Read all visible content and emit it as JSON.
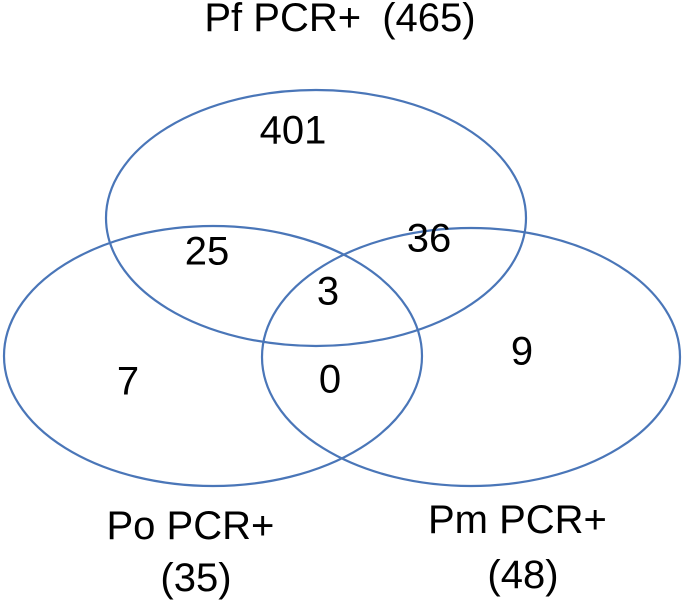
{
  "diagram": {
    "type": "venn-3",
    "outline_color": "#4a76b8",
    "sets": {
      "pf": {
        "name": "Pf PCR+",
        "count": "(465)"
      },
      "po": {
        "name": "Po PCR+",
        "count": "(35)"
      },
      "pm": {
        "name": "Pm PCR+",
        "count": "(48)"
      }
    },
    "regions": {
      "pf_only": "401",
      "pf_po": "25",
      "pf_pm": "36",
      "pf_po_pm": "3",
      "po_only": "7",
      "po_pm": "0",
      "pm_only": "9"
    }
  }
}
